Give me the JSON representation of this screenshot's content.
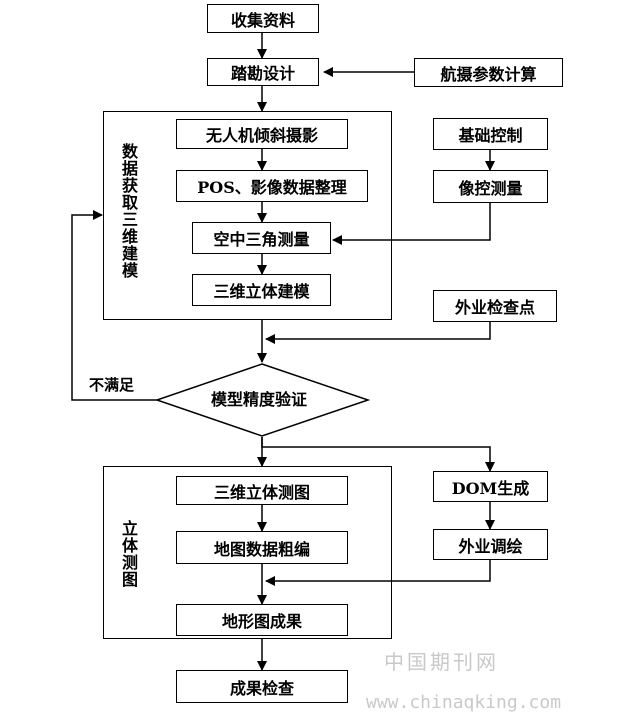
{
  "steps": {
    "collect": "收集资料",
    "survey_design": "踏勘设计",
    "flight_calc": "航摄参数计算",
    "uav_photo": "无人机倾斜摄影",
    "pos": "POS、影像数据整理",
    "aerial_triangulation": "空中三角测量",
    "model_3d": "三维立体建模",
    "basic_control": "基础控制",
    "image_control": "像控测量",
    "check_points": "外业检查点",
    "model_check": "模型精度验证",
    "stereo_mapping": "三维立体测图",
    "map_edit": "地图数据粗编",
    "map_result": "地形图成果",
    "dom": "DOM生成",
    "field_edit": "外业调绘",
    "final_check": "成果检查"
  },
  "groups": {
    "data_acquisition": "数据获取三维建模",
    "stereo_group": "立体测图"
  },
  "branch": {
    "not_satisfied": "不满足"
  },
  "watermark": {
    "cn": "中国期刊网",
    "url": "www.chinaqking.com"
  }
}
